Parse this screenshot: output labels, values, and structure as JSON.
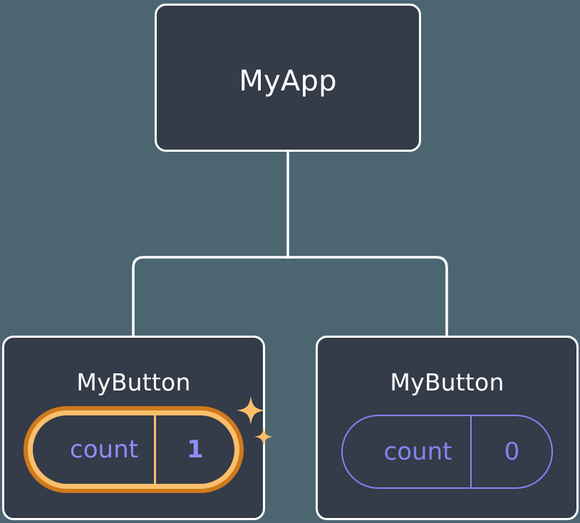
{
  "diagram": {
    "type": "component-tree",
    "background_color": "#4c6671",
    "node_fill_color": "#343b49",
    "node_border_color": "#ffffff",
    "connector_color": "#ffffff",
    "accent_state_color": "#8285f0",
    "highlight_outer_color": "#cf7a1c",
    "highlight_inner_color": "#fbbf6b",
    "highlight_value_color": "#8c8ff5",
    "sparkle_color": "#fbbf6b"
  },
  "root": {
    "title": "MyApp"
  },
  "children": [
    {
      "title": "MyButton",
      "state": {
        "key": "count",
        "value": "1"
      },
      "highlighted": true,
      "sparkle_large_icon": "sparkle-icon",
      "sparkle_small_icon": "sparkle-icon"
    },
    {
      "title": "MyButton",
      "state": {
        "key": "count",
        "value": "0"
      },
      "highlighted": false
    }
  ]
}
